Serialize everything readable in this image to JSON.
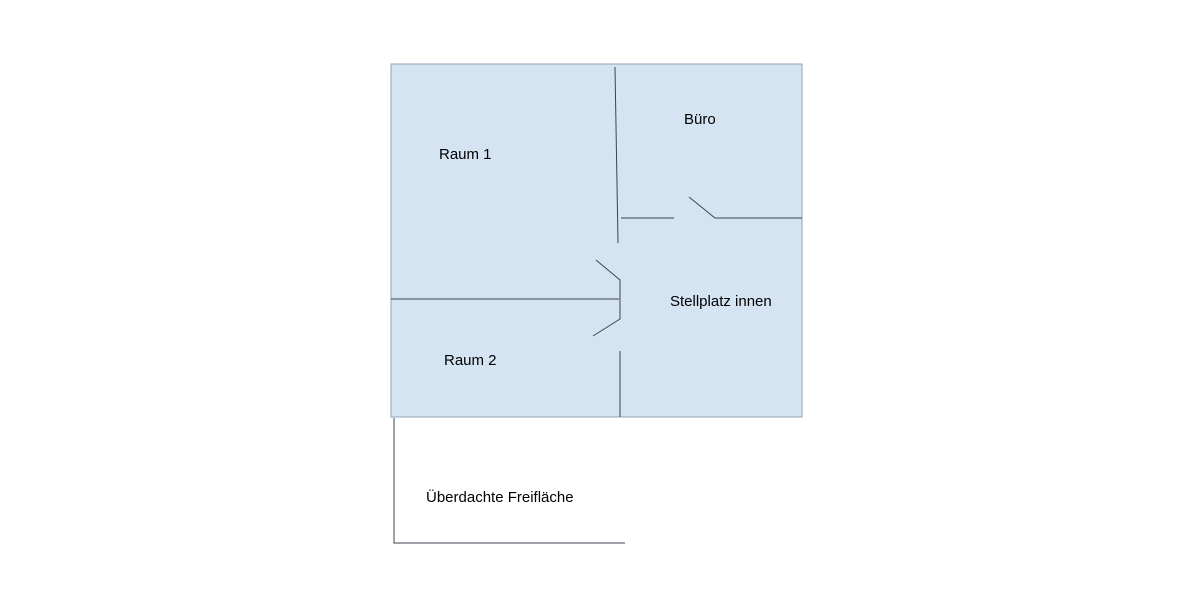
{
  "floorplan": {
    "rooms": {
      "raum1": "Raum 1",
      "buero": "Büro",
      "stellplatz": "Stellplatz innen",
      "raum2": "Raum 2",
      "freiflaeche": "Überdachte Freifläche"
    },
    "colors": {
      "fill": "#d5e4f3",
      "outline": "#8fa2b4",
      "wall": "#3b4450",
      "text": "#000000"
    }
  }
}
